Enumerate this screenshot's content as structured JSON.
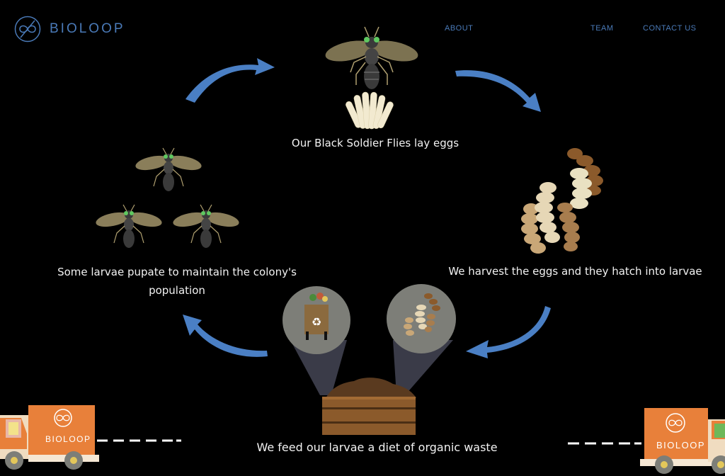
{
  "brand": {
    "name": "BIOLOOP"
  },
  "nav": {
    "about": "ABOUT",
    "team": "TEAM",
    "contact": "CONTACT US"
  },
  "cycle": {
    "step1": "Our Black Soldier Flies lay eggs",
    "step2": "We harvest the eggs and they hatch into larvae",
    "step3": "We feed our larvae a diet of organic waste",
    "step4": "Some larvae pupate to maintain the colony's population"
  },
  "trucks": {
    "left_label": "BIOLOOP",
    "right_label": "BIOLOOP"
  },
  "colors": {
    "accent": "#4a7ab8",
    "arrow": "#4a7fc4",
    "truck": "#e8803a",
    "crate": "#8b5a2b"
  }
}
